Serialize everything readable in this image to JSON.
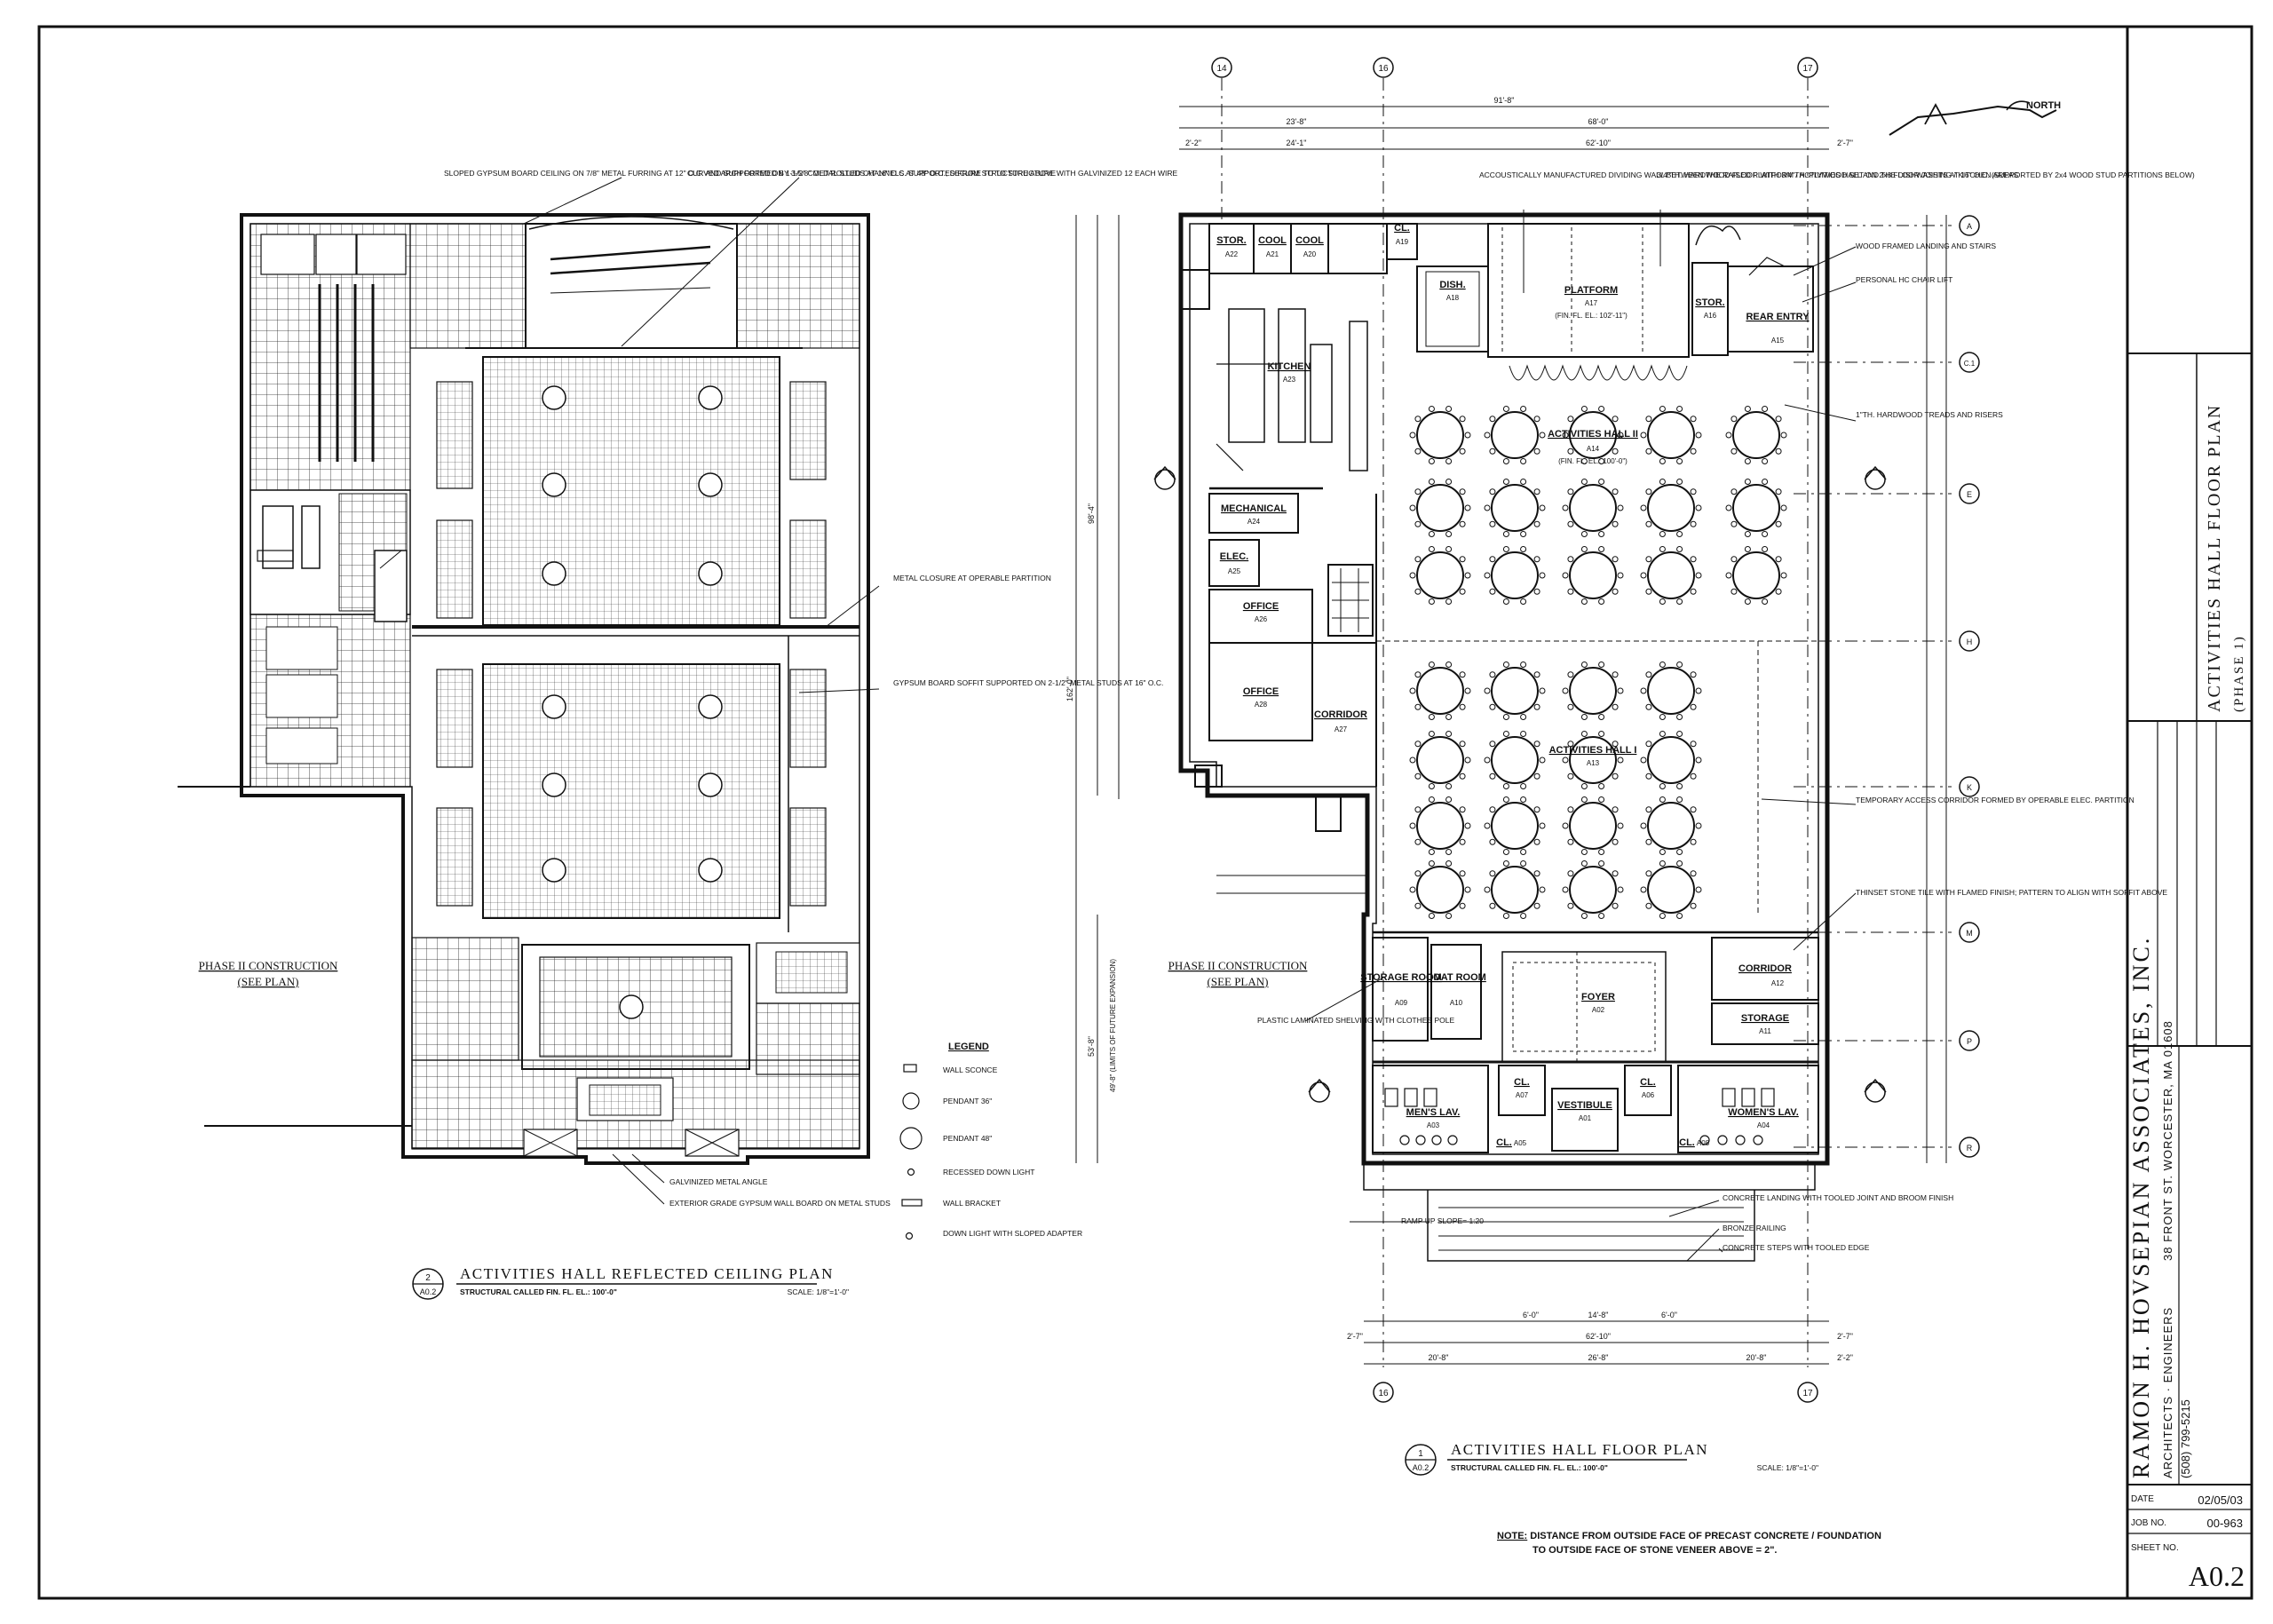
{
  "sheet": {
    "right_plan_title": "ACTIVITIES HALL FLOOR PLAN",
    "right_plan_num": "1",
    "right_plan_sheet": "A0.2",
    "right_plan_sub": "STRUCTURAL CALLED FIN. FL. EL.: 100'-0\"",
    "right_plan_scale": "SCALE: 1/8\"=1'-0\"",
    "left_plan_title": "ACTIVITIES HALL REFLECTED CEILING PLAN",
    "left_plan_num": "2",
    "left_plan_sheet": "A0.2",
    "left_plan_sub": "STRUCTURAL CALLED FIN. FL. EL.: 100'-0\"",
    "left_plan_scale": "SCALE: 1/8\"=1'-0\"",
    "north_label": "NORTH",
    "phase2_label": "PHASE II CONSTRUCTION",
    "see_plan": "(SEE PLAN)",
    "note_bold": "NOTE:",
    "note_line1": " DISTANCE FROM OUTSIDE FACE OF PRECAST CONCRETE / FOUNDATION",
    "note_line2": "TO OUTSIDE FACE OF STONE VENEER ABOVE = 2\"."
  },
  "title_block": {
    "sheet_title": "ACTIVITIES HALL FLOOR PLAN",
    "phase": "(PHASE 1)",
    "firm": "RAMON H. HOVSEPIAN ASSOCIATES, INC.",
    "address": "38 FRONT ST. WORCESTER, MA 01608",
    "discipline": "ARCHITECTS · ENGINEERS",
    "phone": "(508) 799-5215",
    "date_label": "DATE",
    "date": "02/05/03",
    "job_label": "JOB NO.",
    "job": "00-963",
    "sheet_label": "SHEET NO.",
    "sheet_no": "A0.2"
  },
  "grid": {
    "top": [
      "14",
      "16",
      "17"
    ],
    "bottom": [
      "16",
      "17"
    ],
    "right": [
      "A",
      "C.1",
      "E",
      "H",
      "K",
      "M",
      "P",
      "R"
    ]
  },
  "rooms": [
    {
      "name": "STOR.",
      "tag": "A22"
    },
    {
      "name": "COOL",
      "tag": "A21"
    },
    {
      "name": "COOL",
      "tag": "A20"
    },
    {
      "name": "CL.",
      "tag": "A19"
    },
    {
      "name": "DISH.",
      "tag": "A18"
    },
    {
      "name": "PLATFORM",
      "tag": "A17"
    },
    {
      "name": "STOR.",
      "tag": "A16"
    },
    {
      "name": "REAR ENTRY",
      "tag": "A15"
    },
    {
      "name": "KITCHEN",
      "tag": "A23"
    },
    {
      "name": "ACTIVITIES HALL II",
      "tag": "A14"
    },
    {
      "name": "MECHANICAL",
      "tag": "A24"
    },
    {
      "name": "ELEC.",
      "tag": "A25"
    },
    {
      "name": "OFFICE",
      "tag": "A26"
    },
    {
      "name": "OFFICE",
      "tag": "A28"
    },
    {
      "name": "CORRIDOR",
      "tag": "A27"
    },
    {
      "name": "ACTIVITIES HALL I",
      "tag": "A13"
    },
    {
      "name": "STORAGE ROOM",
      "tag": "A09"
    },
    {
      "name": "COAT ROOM",
      "tag": "A10"
    },
    {
      "name": "FOYER",
      "tag": "A02"
    },
    {
      "name": "CORRIDOR",
      "tag": "A12"
    },
    {
      "name": "STORAGE",
      "tag": "A11"
    },
    {
      "name": "MEN'S LAV.",
      "tag": "A03"
    },
    {
      "name": "CL.",
      "tag": "A07"
    },
    {
      "name": "VESTIBULE",
      "tag": "A01"
    },
    {
      "name": "CL.",
      "tag": "A06"
    },
    {
      "name": "WOMEN'S LAV.",
      "tag": "A04"
    },
    {
      "name": "CL.",
      "tag": "A05"
    },
    {
      "name": "CL.",
      "tag": "A08"
    }
  ],
  "platform_elev": "(FIN. FL. EL.: 102'-11\")",
  "hall2_elev": "(FIN. FL. EL.: 100'-0\")",
  "floor_notes": [
    "ACCOUSTICALLY MANUFACTURED DIVIDING WALL BETWEEN THE RAISED PLATFORM / ACTIVITIES HALL AND THE DISHWASHING / KITCHEN AREAS",
    "3/4\"TH. HARDWOOD FLOOR WITH 3/4\"TH. PLYWOOD SET ON 2x8 FLOOR JOISTS AT 16\" O.C. (SUPPORTED BY 2x4 WOOD STUD PARTITIONS BELOW)",
    "WOOD FRAMED LANDING AND STAIRS",
    "PERSONAL HC CHAIR LIFT",
    "1\"TH. HARDWOOD TREADS AND RISERS",
    "TEMPORARY ACCESS CORRIDOR FORMED BY OPERABLE ELEC. PARTITION",
    "THINSET STONE TILE WITH FLAMED FINISH; PATTERN TO ALIGN WITH SOFFIT ABOVE",
    "PLASTIC LAMINATED SHELVING WITH CLOTHES POLE",
    "CONCRETE LANDING WITH TOOLED JOINT AND BROOM FINISH",
    "BRONZE RAILING",
    "CONCRETE STEPS WITH TOOLED EDGE",
    "RAMP UP SLOPE= 1:20"
  ],
  "ceiling_notes": [
    "SLOPED GYPSUM BOARD CEILING ON 7/8\" METAL FURRING AT 12\" O.C. AND SUPPORTED ON 1-1/2\" COLD ROLLED CHANNELS AT 48\" O.C.; SECURE TO TO STRUCTURE WITH GALVINIZED 12 EACH WIRE",
    "CURVED ARCH FORMED BY 3-5/8\" METAL STUDS AT 16\" O.C. SUPPORTED FROM STRUCTURE ABOVE",
    "METAL CLOSURE AT OPERABLE PARTITION",
    "GYPSUM BOARD SOFFIT SUPPORTED ON 2-1/2\" METAL STUDS AT 16\" O.C.",
    "GALVINIZED METAL ANGLE",
    "EXTERIOR GRADE GYPSUM WALL BOARD ON METAL STUDS"
  ],
  "legend": {
    "title": "LEGEND",
    "items": [
      {
        "symbol": "sconce",
        "label": "WALL SCONCE"
      },
      {
        "symbol": "pendant36",
        "label": "PENDANT 36\""
      },
      {
        "symbol": "pendant48",
        "label": "PENDANT 48\""
      },
      {
        "symbol": "downlight",
        "label": "RECESSED DOWN LIGHT"
      },
      {
        "symbol": "bracket",
        "label": "WALL BRACKET"
      },
      {
        "symbol": "sloped",
        "label": "DOWN LIGHT WITH SLOPED ADAPTER"
      }
    ]
  },
  "dims": {
    "top": [
      "91'-8\"",
      "23'-8\"",
      "68'-0\"",
      "2'-2\"",
      "24'-1\"",
      "62'-10\"",
      "2'-7\""
    ],
    "bottom": [
      "6'-0\"",
      "14'-8\"",
      "6'-0\"",
      "2'-7\"",
      "62'-10\"",
      "2'-7\"",
      "20'-8\"",
      "26'-8\"",
      "20'-8\"",
      "2'-2\""
    ],
    "left_total": "162'-0\"",
    "left_upper": "98'-4\"",
    "left_lower": "53'-8\"",
    "future": "49'-8\" (LIMITS OF FUTURE EXPANSION)"
  }
}
